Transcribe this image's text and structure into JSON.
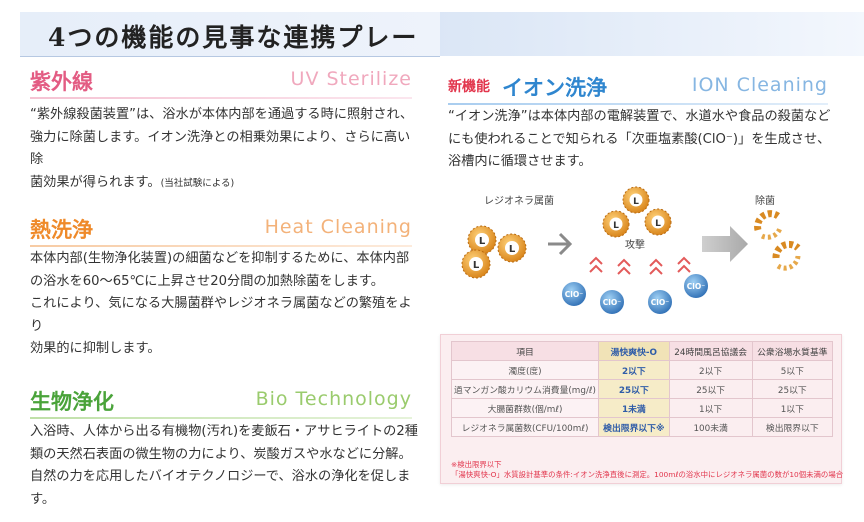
{
  "banner": {
    "title": "4つの機能の見事な連携プレー"
  },
  "uv": {
    "title_ja": "紫外線",
    "title_en": "UV Sterilize",
    "body_lines": [
      "“紫外線殺菌装置”は、浴水が本体内部を通過する時に照射され、",
      "強力に除菌します。イオン洗浄との相乗効果により、さらに高い除"
    ],
    "body_last": "菌効果が得られます。",
    "note": "(当社試験による)"
  },
  "heat": {
    "title_ja": "熱洗浄",
    "title_en": "Heat Cleaning",
    "body_lines": [
      "本体内部(生物浄化装置)の細菌などを抑制するために、本体内部",
      "の浴水を60〜65℃に上昇させ20分間の加熱除菌をします。",
      "これにより、気になる大腸菌群やレジオネラ属菌などの繁殖をより",
      "効果的に抑制します。"
    ]
  },
  "bio": {
    "title_ja": "生物浄化",
    "title_en": "Bio Technology",
    "body_lines": [
      "入浴時、人体から出る有機物(汚れ)を麦飯石・アサヒライトの2種",
      "類の天然石表面の微生物の力により、炭酸ガスや水などに分解。",
      "自然の力を応用したバイオテクノロジーで、浴水の浄化を促します。"
    ]
  },
  "ion": {
    "tag": "新機能",
    "title_ja": "イオン洗浄",
    "title_en": "ION Cleaning",
    "body_lines": [
      "“イオン洗浄”は本体内部の電解装置で、水道水や食品の殺菌など",
      "にも使われることで知られる「次亜塩素酸(ClO⁻)」を生成させ、",
      "浴槽内に循環させます。"
    ]
  },
  "illustration": {
    "label_bacteria": "レジオネラ属菌",
    "label_attack": "攻撃",
    "label_sterilize": "除菌",
    "bacteria_letter": "L",
    "ion_label": "ClO⁻"
  },
  "table": {
    "headers": [
      "項目",
      "湯快爽快-O",
      "24時間風呂協議会",
      "公衆浴場水質基準"
    ],
    "rows": [
      [
        "濁度(度)",
        "2以下",
        "2以下",
        "5以下"
      ],
      [
        "過マンガン酸カリウム消費量(mg/ℓ)",
        "25以下",
        "25以下",
        "25以下"
      ],
      [
        "大腸菌群数(個/mℓ)",
        "1未満",
        "1以下",
        "1以下"
      ],
      [
        "レジオネラ属菌数(CFU/100mℓ)",
        "検出限界以下※",
        "100未満",
        "検出限界以下"
      ]
    ],
    "note_title": "※検出限界以下",
    "note_text": "「湯快爽快-O」水質設計基準の条件:イオン洗浄直後に測定。100mℓの浴水中にレジオネラ属菌の数が10個未満の場合"
  },
  "colors": {
    "uv": "#e35c83",
    "heat": "#ef8a2a",
    "bio": "#4aa33a",
    "ion": "#2f86cf",
    "new_tag": "#e2364d",
    "bacteria": "#e89a2a",
    "ion_ball": "#3f8ccb"
  }
}
